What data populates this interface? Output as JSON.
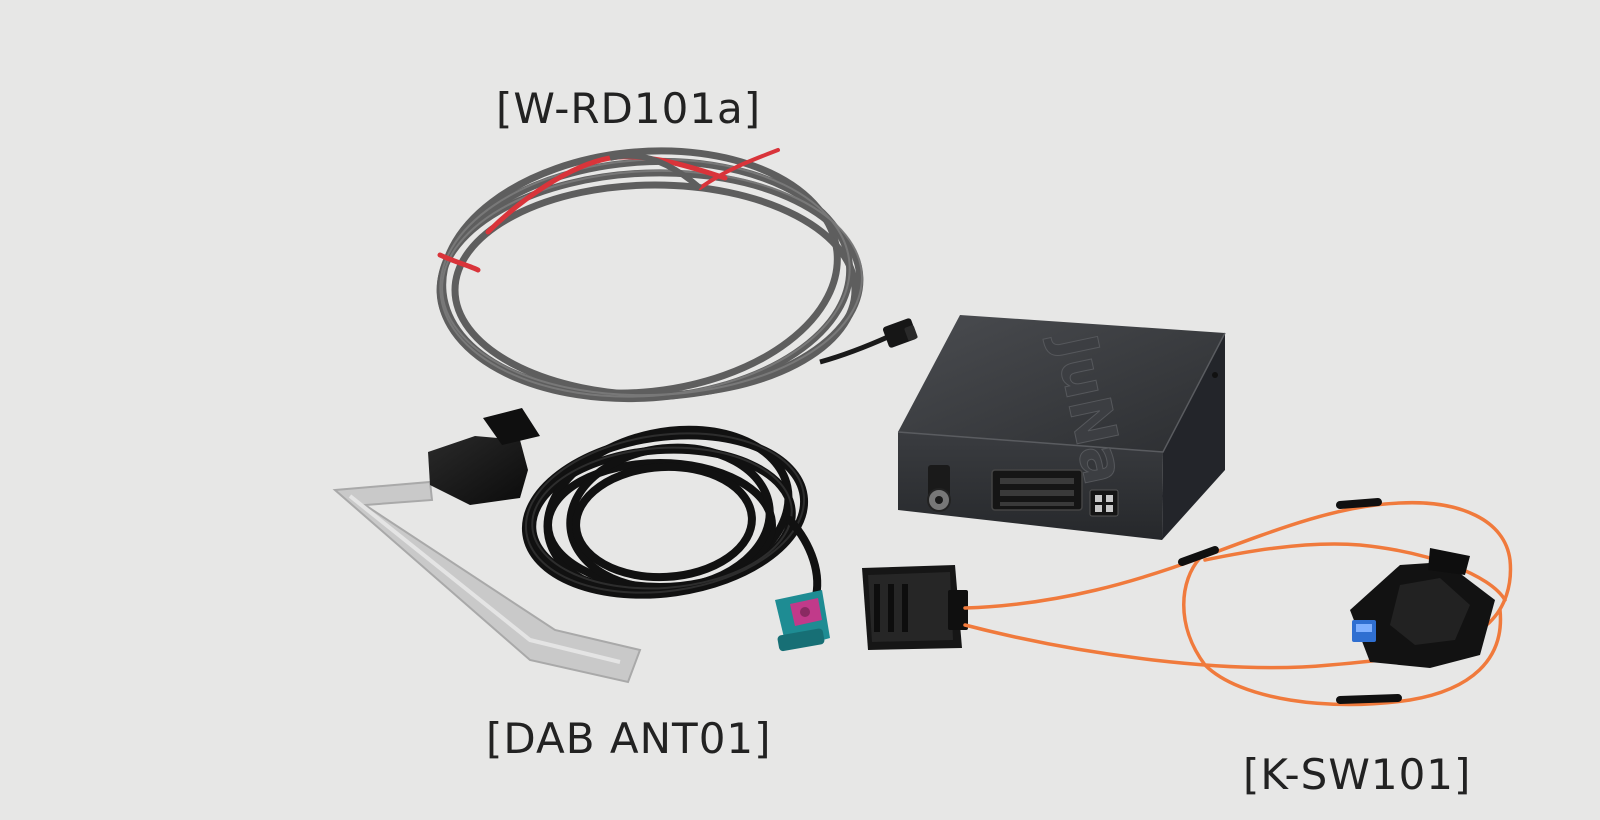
{
  "labels": {
    "power_cable": "[W-RD101a]",
    "dab_antenna": "[DAB ANT01]",
    "fiber_cable": "[K-SW101]"
  },
  "device": {
    "brand_mark": "JuNa"
  },
  "colors": {
    "background": "#e7e7e6",
    "gray_cable": "#5f5f5f",
    "red_wire": "#d9343a",
    "black_cable": "#111111",
    "orange_fiber": "#f07a3c",
    "teal_connector": "#1e8c93",
    "magenta_insert": "#c13a8a",
    "module_body": "#34363a"
  }
}
